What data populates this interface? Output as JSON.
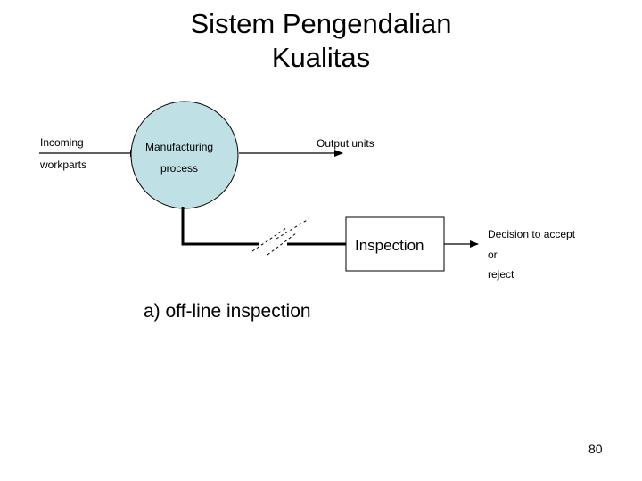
{
  "title": {
    "line1": "Sistem Pengendalian",
    "line2": "Kualitas"
  },
  "labels": {
    "incoming": "Incoming",
    "workparts": "workparts",
    "manufacturing": "Manufacturing",
    "process": "process",
    "output_units": "Output units",
    "inspection": "Inspection",
    "decision": "Decision to accept",
    "or": "or",
    "reject": "reject"
  },
  "caption": "a) off-line inspection",
  "page_number": "80",
  "colors": {
    "process_fill": "#bfe0e4",
    "process_stroke": "#000000",
    "line": "#000000"
  }
}
